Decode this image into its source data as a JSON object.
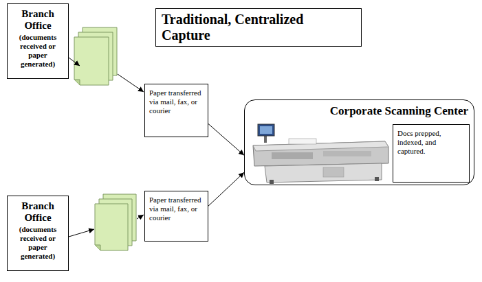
{
  "diagram": {
    "title": "Traditional, Centralized Capture",
    "nodes": [
      {
        "text": [
          "Branch Office",
          "(documents received or paper generated)"
        ]
      },
      {
        "text": [
          "Paper transferred via mail, fax, or courier"
        ]
      },
      {
        "text": [
          "Corporate Scanning Center"
        ]
      },
      {
        "text": [
          "Docs prepped, indexed, and captured."
        ],
        "in": 2
      },
      {
        "text": [
          "Branch Office",
          "(documents received or paper generated)"
        ]
      },
      {
        "text": [
          "Paper transferred via mail, fax, or courier"
        ]
      }
    ],
    "edges": [
      {
        "from": 1,
        "to": 2,
        "arrow": "to"
      },
      {
        "from": 5,
        "to": 2,
        "arrow": "to"
      }
    ]
  }
}
